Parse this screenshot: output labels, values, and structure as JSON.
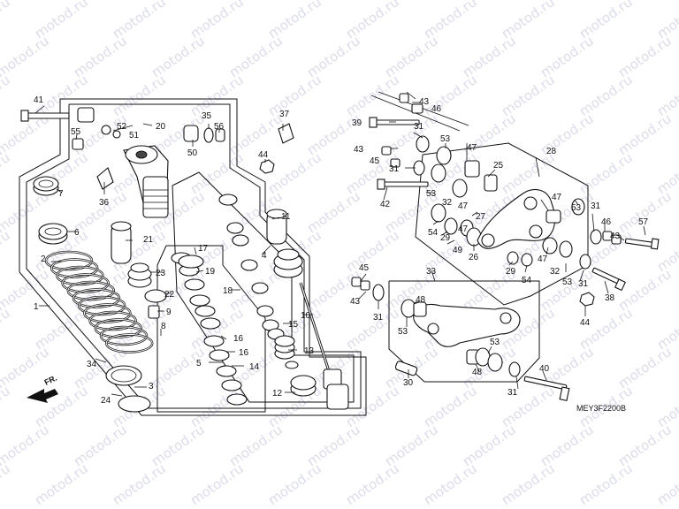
{
  "diagram": {
    "drawing_code": "MEY3F2200B",
    "front_arrow_label": "FR.",
    "watermark_text": "motod.ru",
    "callouts": [
      "1",
      "2",
      "3",
      "4",
      "5",
      "6",
      "7",
      "8",
      "9",
      "10",
      "11",
      "12",
      "13",
      "14",
      "15",
      "16",
      "17",
      "18",
      "19",
      "20",
      "21",
      "22",
      "23",
      "24",
      "25",
      "26",
      "27",
      "28",
      "29",
      "30",
      "31",
      "32",
      "33",
      "34",
      "35",
      "36",
      "37",
      "38",
      "39",
      "40",
      "41",
      "42",
      "43",
      "44",
      "45",
      "46",
      "47",
      "48",
      "49",
      "50",
      "51",
      "52",
      "53",
      "54",
      "55",
      "56",
      "57"
    ],
    "colors": {
      "line": "#111111",
      "watermark": "#7f7fbf",
      "background": "#ffffff"
    }
  }
}
